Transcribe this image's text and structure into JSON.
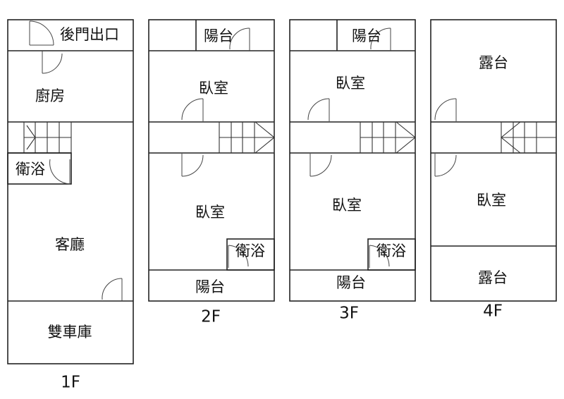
{
  "floor_1": {
    "label": "1F",
    "rooms": {
      "back_door": "後門出口",
      "kitchen": "廚房",
      "bathroom": "衛浴",
      "living_room": "客廳",
      "garage": "雙車庫"
    }
  },
  "floor_2": {
    "label": "2F",
    "rooms": {
      "balcony_top": "陽台",
      "bedroom_top": "臥室",
      "bedroom_bottom": "臥室",
      "bathroom": "衛浴",
      "balcony_bottom": "陽台"
    }
  },
  "floor_3": {
    "label": "3F",
    "rooms": {
      "balcony_top": "陽台",
      "bedroom_top": "臥室",
      "bedroom_bottom": "臥室",
      "bathroom": "衛浴",
      "balcony_bottom": "陽台"
    }
  },
  "floor_4": {
    "label": "4F",
    "rooms": {
      "terrace_top": "露台",
      "bedroom": "臥室",
      "terrace_bottom": "露台"
    }
  }
}
